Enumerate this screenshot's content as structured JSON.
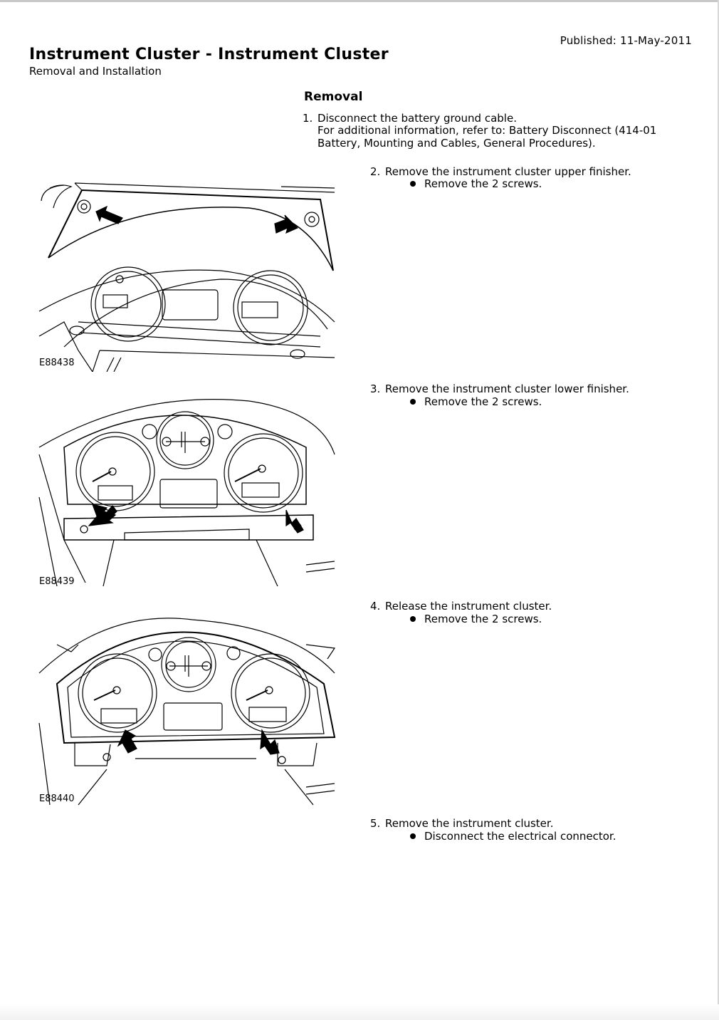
{
  "header": {
    "published": "Published: 11-May-2011",
    "title": "Instrument Cluster - Instrument Cluster",
    "subtitle": "Removal and Installation"
  },
  "section_title": "Removal",
  "steps": [
    {
      "num": "1.",
      "lines": [
        "Disconnect the battery ground cable.",
        "For additional information, refer to: Battery Disconnect (414-01",
        "Battery, Mounting and Cables, General Procedures)."
      ],
      "bullets": []
    },
    {
      "num": "2.",
      "lines": [
        "Remove the instrument cluster upper finisher."
      ],
      "bullets": [
        "Remove the 2 screws."
      ]
    },
    {
      "num": "3.",
      "lines": [
        "Remove the instrument cluster lower finisher."
      ],
      "bullets": [
        "Remove the 2 screws."
      ]
    },
    {
      "num": "4.",
      "lines": [
        "Release the instrument cluster."
      ],
      "bullets": [
        "Remove the 2 screws."
      ]
    },
    {
      "num": "5.",
      "lines": [
        "Remove the instrument cluster."
      ],
      "bullets": [
        "Disconnect the electrical connector."
      ]
    }
  ],
  "figures": [
    {
      "label": "E88438"
    },
    {
      "label": "E88439"
    },
    {
      "label": "E88440"
    }
  ]
}
